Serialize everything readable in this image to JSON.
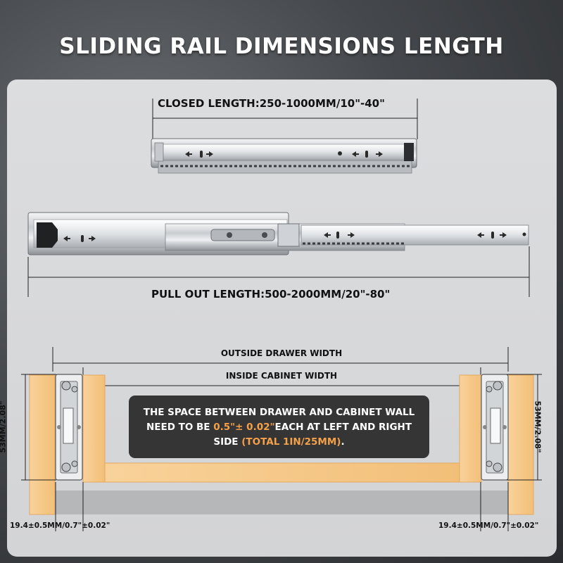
{
  "title": "SLIDING RAIL DIMENSIONS LENGTH",
  "closed_length": "CLOSED LENGTH:250-1000MM/10\"-40\"",
  "pull_out_length": "PULL OUT LENGTH:500-2000MM/20\"-80\"",
  "outside_drawer_width": "OUTSIDE DRAWER WIDTH",
  "inside_cabinet_width": "INSIDE CABINET WIDTH",
  "notice": {
    "part1": "THE SPACE BETWEEN DRAWER AND CABINET WALL NEED TO BE ",
    "highlight1": "0.5\"± 0.02\"",
    "part2": "EACH AT LEFT AND RIGHT SIDE ",
    "highlight2": "(TOTAL 1IN/25MM)",
    "part3": "."
  },
  "height_left": "53MM/2.08\"",
  "height_right": "53MM/2.08\"",
  "thickness_left": "19.4±0.5MM/0.7\"±0.02\"",
  "thickness_right": "19.4±0.5MM/0.7\"±0.02\"",
  "colors": {
    "wood": "#f6c98a",
    "wood_edge": "#e3a861",
    "notice_bg": "#353535",
    "highlight": "#f5a14a"
  }
}
